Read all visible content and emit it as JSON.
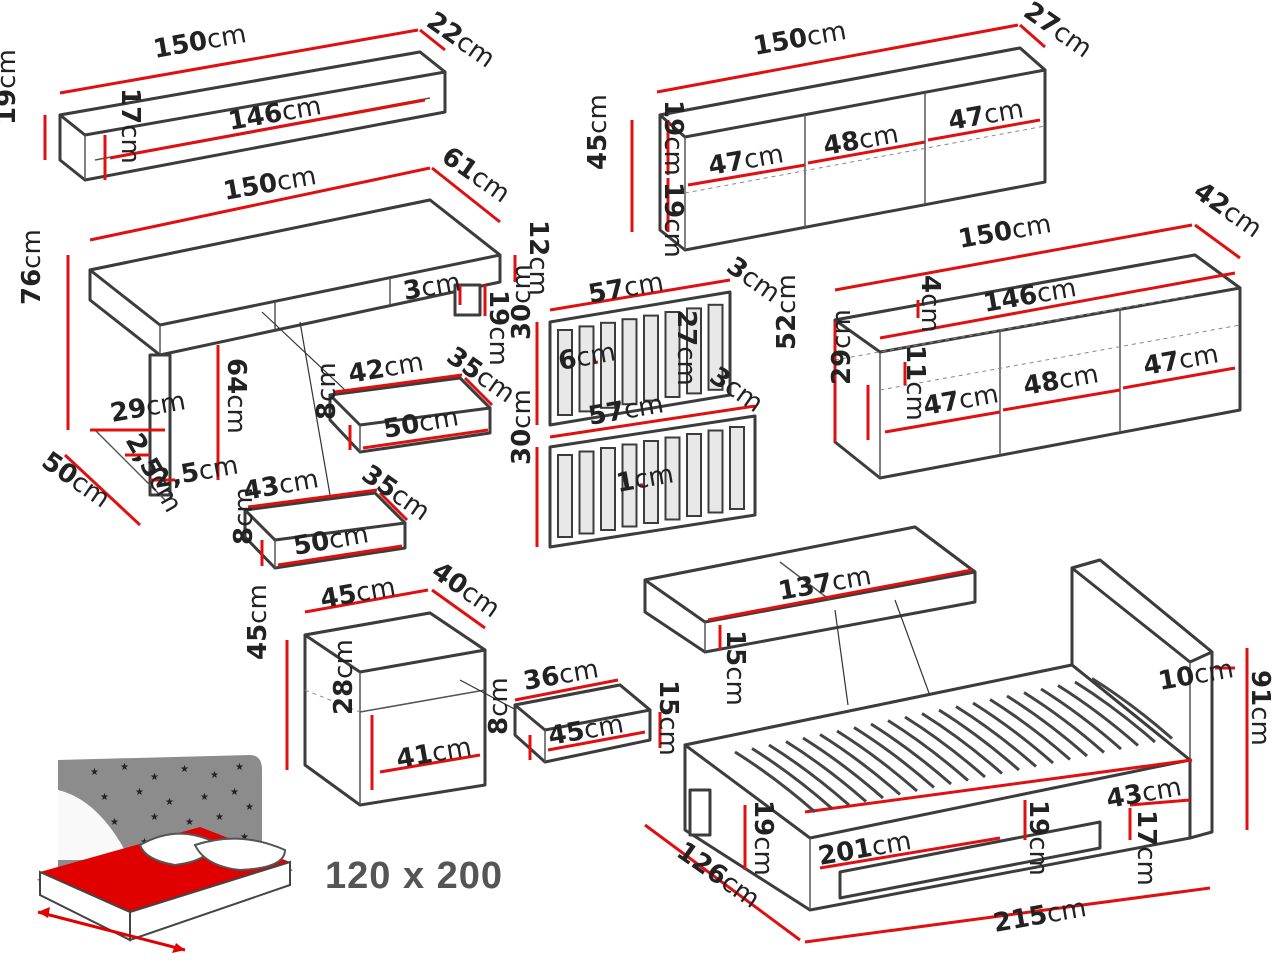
{
  "unit": "cm",
  "colors": {
    "dimension_line": "#e01010",
    "outline": "#3c3c3c",
    "mattress": "#e00000",
    "headboard": "#8c8c8c"
  },
  "bed_size_label": "120 x 200",
  "icon": "bed-with-starry-headboard-icon",
  "dimensions": [
    {
      "id": "d1",
      "value": "150"
    },
    {
      "id": "d2",
      "value": "22"
    },
    {
      "id": "d3",
      "value": "17"
    },
    {
      "id": "d4",
      "value": "146"
    },
    {
      "id": "d5",
      "value": "19"
    },
    {
      "id": "d6",
      "value": "150"
    },
    {
      "id": "d7",
      "value": "27"
    },
    {
      "id": "d8",
      "value": "19"
    },
    {
      "id": "d9",
      "value": "45"
    },
    {
      "id": "d10",
      "value": "47"
    },
    {
      "id": "d11",
      "value": "48"
    },
    {
      "id": "d12",
      "value": "47"
    },
    {
      "id": "d13",
      "value": "19"
    },
    {
      "id": "d14",
      "value": "150"
    },
    {
      "id": "d15",
      "value": "61"
    },
    {
      "id": "d16",
      "value": "12"
    },
    {
      "id": "d17",
      "value": "76"
    },
    {
      "id": "d18",
      "value": "3"
    },
    {
      "id": "d19",
      "value": "19"
    },
    {
      "id": "d20",
      "value": "64"
    },
    {
      "id": "d21",
      "value": "29"
    },
    {
      "id": "d22",
      "value": "2,5"
    },
    {
      "id": "d23",
      "value": "2,5"
    },
    {
      "id": "d24",
      "value": "50"
    },
    {
      "id": "d25",
      "value": "42"
    },
    {
      "id": "d26",
      "value": "35"
    },
    {
      "id": "d27",
      "value": "50"
    },
    {
      "id": "d28",
      "value": "8"
    },
    {
      "id": "d29",
      "value": "43"
    },
    {
      "id": "d30",
      "value": "35"
    },
    {
      "id": "d31",
      "value": "50"
    },
    {
      "id": "d32",
      "value": "8"
    },
    {
      "id": "d33",
      "value": "57"
    },
    {
      "id": "d34",
      "value": "3"
    },
    {
      "id": "d35",
      "value": "6"
    },
    {
      "id": "d36",
      "value": "27"
    },
    {
      "id": "d37",
      "value": "30"
    },
    {
      "id": "d38",
      "value": "3"
    },
    {
      "id": "d39",
      "value": "57"
    },
    {
      "id": "d40",
      "value": "1"
    },
    {
      "id": "d41",
      "value": "30"
    },
    {
      "id": "d42",
      "value": "150"
    },
    {
      "id": "d43",
      "value": "42"
    },
    {
      "id": "d44",
      "value": "4"
    },
    {
      "id": "d45",
      "value": "146"
    },
    {
      "id": "d46",
      "value": "11"
    },
    {
      "id": "d47",
      "value": "47"
    },
    {
      "id": "d48",
      "value": "52"
    },
    {
      "id": "d49",
      "value": "29"
    },
    {
      "id": "d50",
      "value": "47"
    },
    {
      "id": "d51",
      "value": "48"
    },
    {
      "id": "d52",
      "value": "137"
    },
    {
      "id": "d53",
      "value": "15"
    },
    {
      "id": "d54",
      "value": "45"
    },
    {
      "id": "d55",
      "value": "40"
    },
    {
      "id": "d56",
      "value": "45"
    },
    {
      "id": "d57",
      "value": "28"
    },
    {
      "id": "d58",
      "value": "41"
    },
    {
      "id": "d59",
      "value": "36"
    },
    {
      "id": "d60",
      "value": "15"
    },
    {
      "id": "d61",
      "value": "45"
    },
    {
      "id": "d62",
      "value": "8"
    },
    {
      "id": "d63",
      "value": "10"
    },
    {
      "id": "d64",
      "value": "91"
    },
    {
      "id": "d65",
      "value": "43"
    },
    {
      "id": "d66",
      "value": "19"
    },
    {
      "id": "d67",
      "value": "17"
    },
    {
      "id": "d68",
      "value": "201"
    },
    {
      "id": "d69",
      "value": "19"
    },
    {
      "id": "d70",
      "value": "126"
    },
    {
      "id": "d71",
      "value": "215"
    }
  ]
}
